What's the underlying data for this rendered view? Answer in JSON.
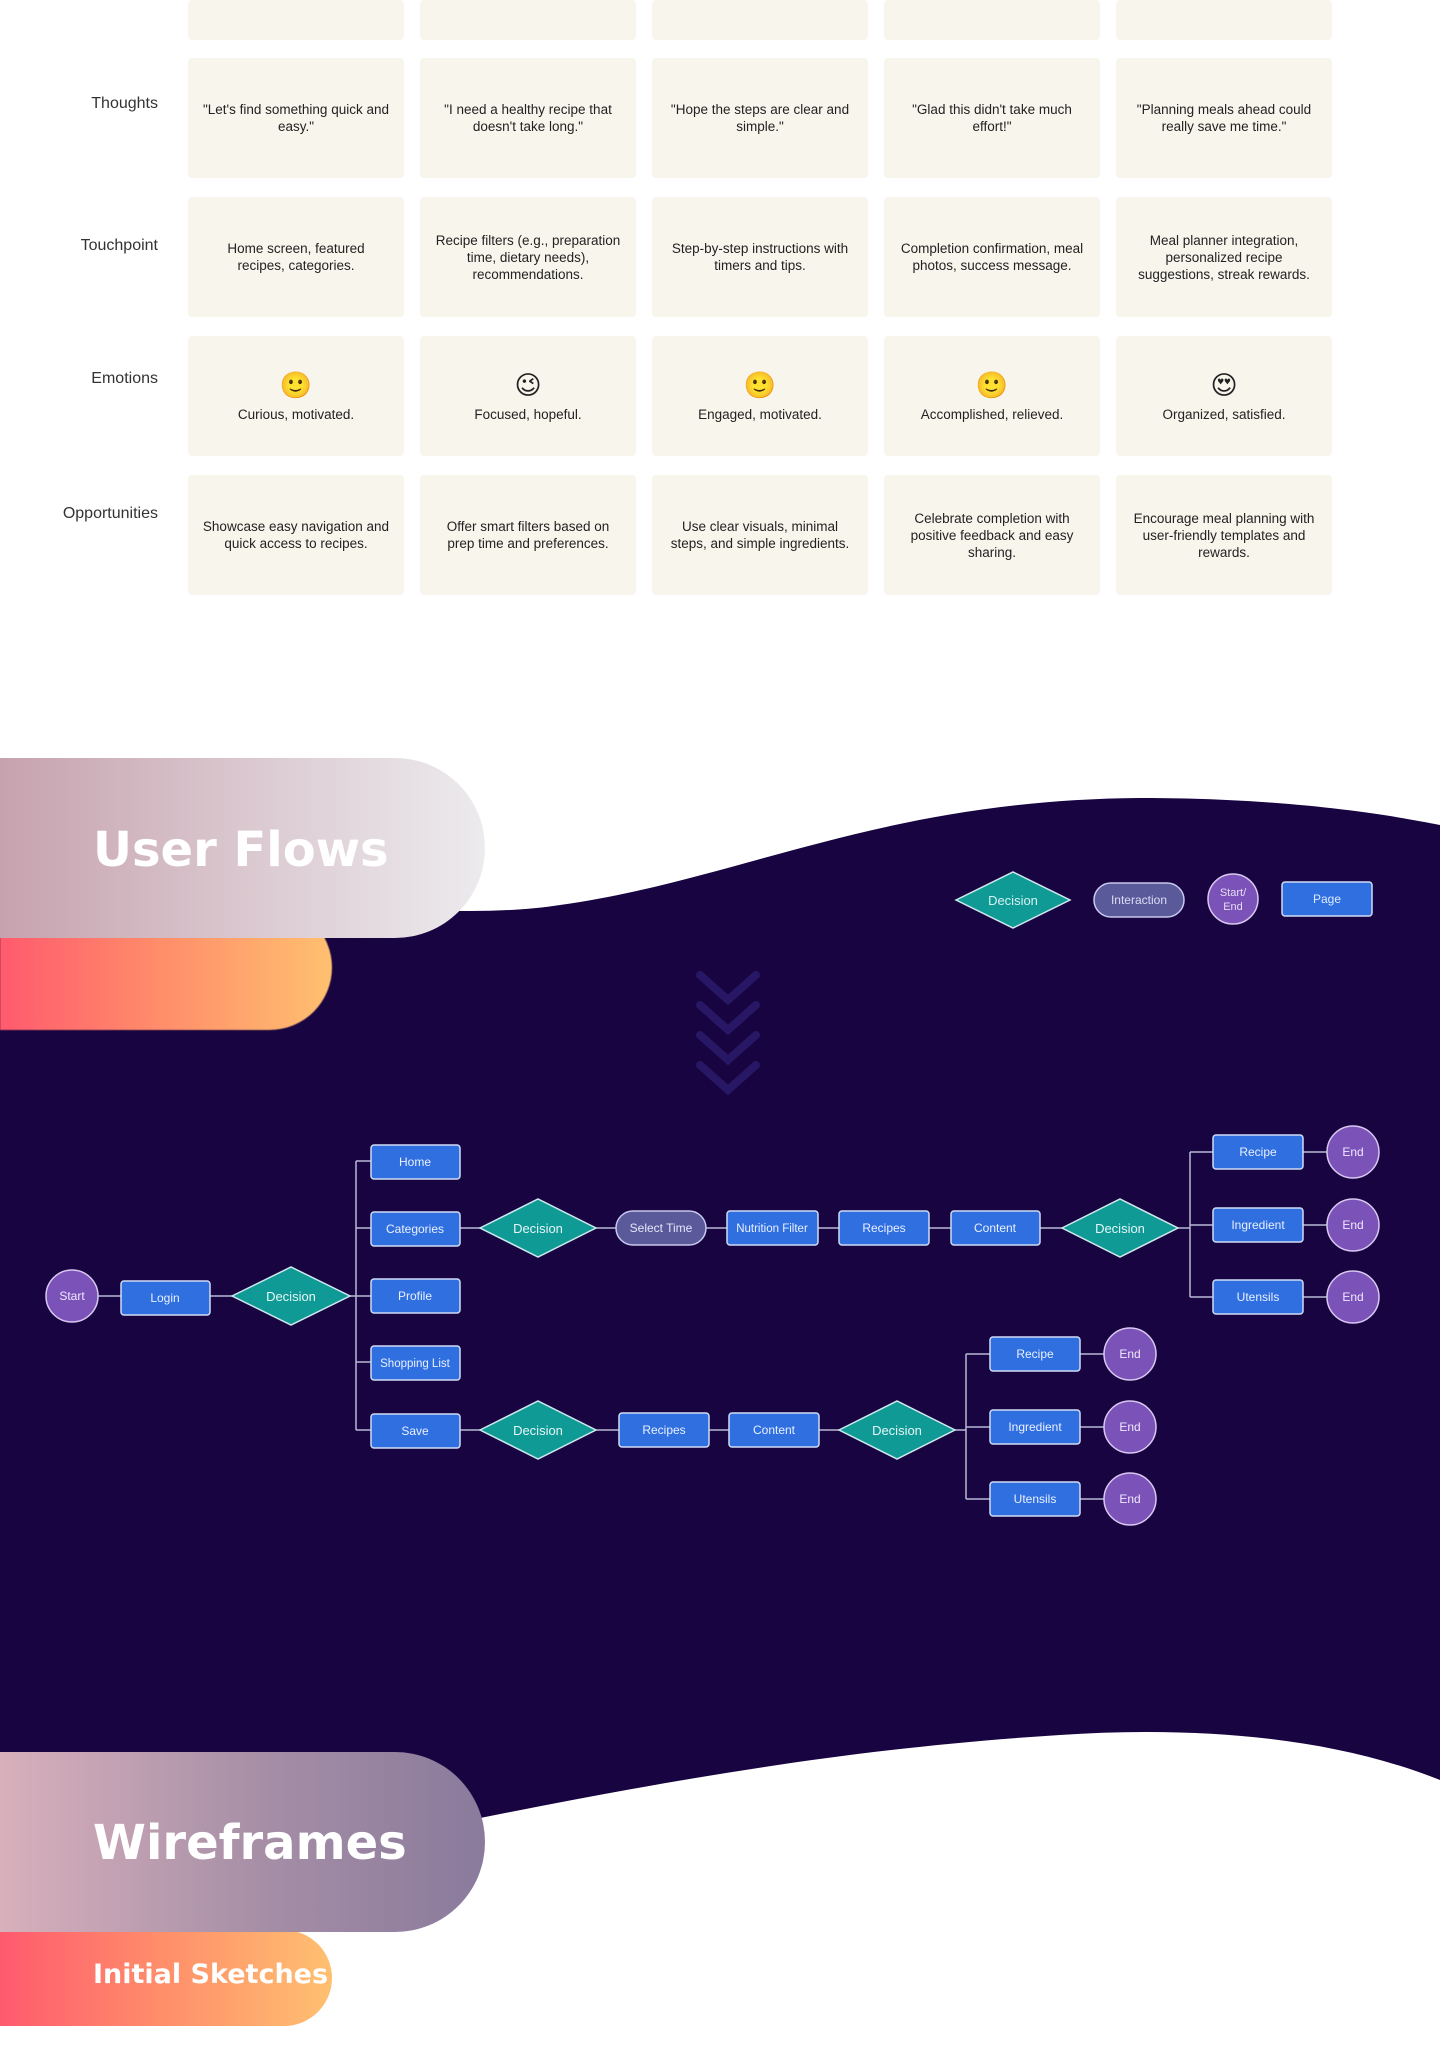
{
  "journey": {
    "rows": [
      {
        "label": "Thoughts",
        "cells": [
          {
            "text": "\"Let's find something quick and easy.\""
          },
          {
            "text": "\"I need a healthy recipe that doesn't take long.\""
          },
          {
            "text": "\"Hope the steps are clear and simple.\""
          },
          {
            "text": "\"Glad this didn't take much effort!\""
          },
          {
            "text": "\"Planning meals ahead could really save me time.\""
          }
        ]
      },
      {
        "label": "Touchpoint",
        "cells": [
          {
            "text": "Home screen, featured recipes, categories."
          },
          {
            "text": "Recipe filters (e.g., preparation time, dietary needs), recommendations."
          },
          {
            "text": "Step-by-step instructions with timers and tips."
          },
          {
            "text": "Completion confirmation, meal photos, success message."
          },
          {
            "text": "Meal planner integration, personalized recipe suggestions, streak rewards."
          }
        ]
      },
      {
        "label": "Emotions",
        "cells": [
          {
            "emoji": "🙂",
            "text": "Curious, motivated."
          },
          {
            "emoji": "😉",
            "text": "Focused, hopeful."
          },
          {
            "emoji": "🙂",
            "text": "Engaged, motivated."
          },
          {
            "emoji": "🙂",
            "text": "Accomplished, relieved."
          },
          {
            "emoji": "😍",
            "text": "Organized, satisfied."
          }
        ]
      },
      {
        "label": "Opportunities",
        "cells": [
          {
            "text": "Showcase easy navigation and quick access to recipes."
          },
          {
            "text": "Offer smart filters based on prep time and preferences."
          },
          {
            "text": "Use clear visuals, minimal steps, and simple ingredients."
          },
          {
            "text": "Celebrate completion with positive feedback and easy sharing."
          },
          {
            "text": "Encourage meal planning with user-friendly templates and rewards."
          }
        ]
      }
    ]
  },
  "sections": {
    "user_flows": "User Flows",
    "wireframes": "Wireframes",
    "initial_sketches": "Initial Sketches"
  },
  "legend": {
    "decision": "Decision",
    "interaction": "Interaction",
    "start_end": [
      "Start/",
      "End"
    ],
    "page": "Page"
  },
  "flow": {
    "start": "Start",
    "login": "Login",
    "decision": "Decision",
    "home": "Home",
    "categories": "Categories",
    "profile": "Profile",
    "shopping_list": "Shopping List",
    "save": "Save",
    "select_time": "Select Time",
    "nutrition_filter": "Nutrition Filter",
    "recipes": "Recipes",
    "content": "Content",
    "recipe": "Recipe",
    "ingredient": "Ingredient",
    "utensils": "Utensils",
    "end": "End"
  },
  "colors": {
    "navy": "#170440",
    "page": "#2f6fe0",
    "decision": "#0f9a96",
    "interaction": "#5a5a9a",
    "start_end": "#7b52b8",
    "card": "#f8f5ec",
    "accent_gradient_start": "#ff5a6e",
    "accent_gradient_end": "#ffc070"
  }
}
